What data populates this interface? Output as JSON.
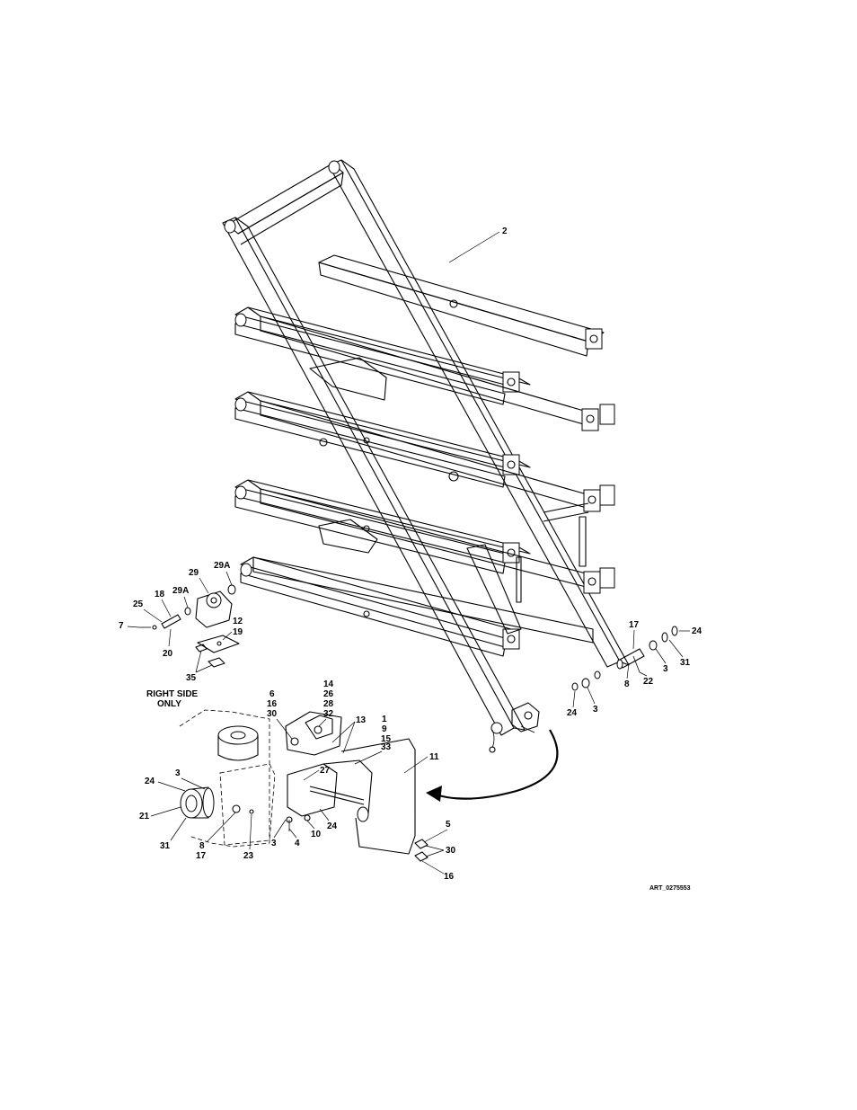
{
  "callouts": {
    "c2": "2",
    "c29": "29",
    "c29a_1": "29A",
    "c18": "18",
    "c29a_2": "29A",
    "c25": "25",
    "c7": "7",
    "c20": "20",
    "c12": "12",
    "c19": "19",
    "c35": "35",
    "c14": "14",
    "c26": "26",
    "c28": "28",
    "c32": "32",
    "c6": "6",
    "c16a": "16",
    "c30a": "30",
    "c13": "13",
    "c1": "1",
    "c9": "9",
    "c15": "15",
    "c33": "33",
    "c11": "11",
    "c27": "27",
    "c24a": "24",
    "c3a": "3",
    "c21": "21",
    "c31a": "31",
    "c8a": "8",
    "c17a": "17",
    "c23": "23",
    "c3b": "3",
    "c4": "4",
    "c10": "10",
    "c24b": "24",
    "c5": "5",
    "c30b": "30",
    "c16b": "16",
    "c17b": "17",
    "c24c": "24",
    "c31b": "31",
    "c3c": "3",
    "c22": "22",
    "c8b": "8",
    "c24d": "24",
    "c3d": "3"
  },
  "notes": {
    "right_side_line1": "RIGHT SIDE",
    "right_side_line2": "ONLY"
  },
  "art_id": "ART_0275553"
}
